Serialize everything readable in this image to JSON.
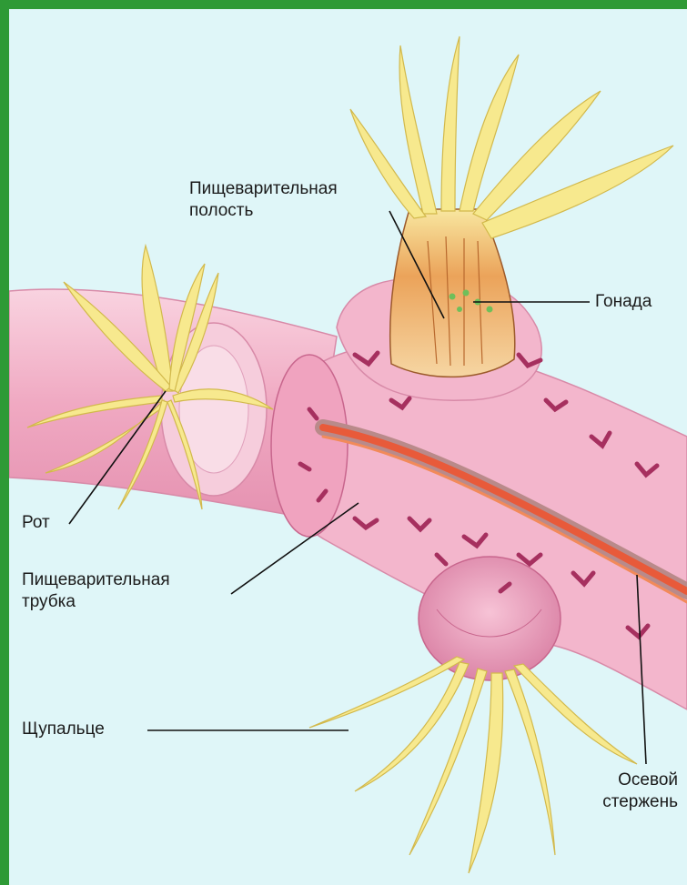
{
  "labels": {
    "digestive_cavity": "Пищеварительная\nполость",
    "gonad": "Гонада",
    "mouth": "Рот",
    "digestive_tube": "Пищеварительная\nтрубка",
    "tentacle": "Щупальце",
    "axial_rod": "Осевой\nстержень"
  },
  "colors": {
    "border": "#2e9a36",
    "background": "#dff6f8",
    "tissue_pink": "#f3b6cc",
    "tissue_dark": "#b8406e",
    "tentacle_yellow": "#f7e98e",
    "axial_red": "#e85a3a"
  }
}
